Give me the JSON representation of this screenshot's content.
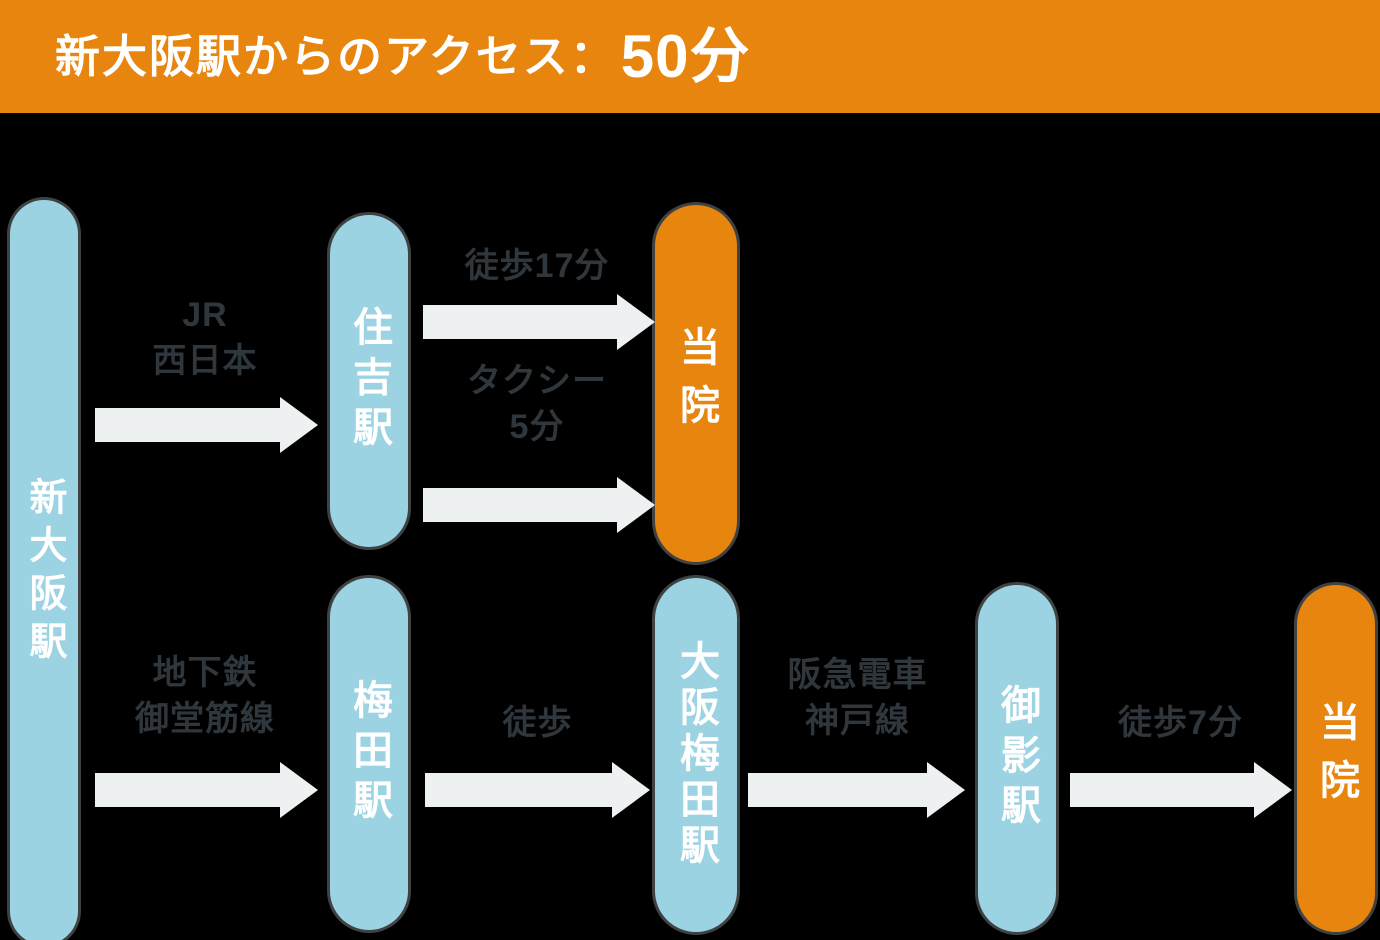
{
  "colors": {
    "orange": "#E7850F",
    "blue": "#9CD3E3",
    "arrow": "#EDF1F2",
    "label": "#2F363C",
    "bg": "#000000",
    "text_on_pill": "#FFFFFF"
  },
  "header": {
    "title_prefix": "新大阪駅からのアクセス：",
    "title_duration": "50分"
  },
  "stations": {
    "shin_osaka": "新大阪駅",
    "sumiyoshi": "住吉駅",
    "clinic_top": "当院",
    "umeda": "梅田駅",
    "osaka_umeda": "大阪梅田駅",
    "mikage": "御影駅",
    "clinic_bottom": "当院"
  },
  "edges": {
    "jr_west": {
      "line1": "JR",
      "line2": "西日本"
    },
    "walk_17": {
      "line1": "徒歩17分"
    },
    "taxi_5": {
      "line1": "タクシー",
      "line2": "5分"
    },
    "subway_midosuji": {
      "line1": "地下鉄",
      "line2": "御堂筋線"
    },
    "walk": {
      "line1": "徒歩"
    },
    "hankyu_kobe": {
      "line1": "阪急電車",
      "line2": "神戸線"
    },
    "walk_7": {
      "line1": "徒歩7分"
    }
  }
}
